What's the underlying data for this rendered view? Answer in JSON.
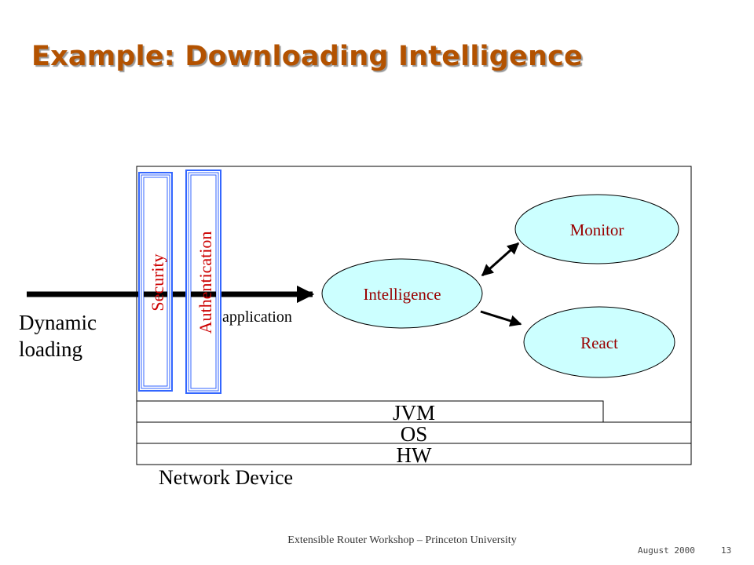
{
  "slide": {
    "title": "Example: Downloading Intelligence",
    "footer": "Extensible Router Workshop – Princeton University",
    "date": "August 2000",
    "page_number": "13"
  },
  "diagram": {
    "dynamic_loading_line1": "Dynamic",
    "dynamic_loading_line2": "loading",
    "application_label": "application",
    "network_device_label": "Network Device",
    "bars": {
      "security": "Security",
      "authentication": "Authentication"
    },
    "nodes": {
      "intelligence": "Intelligence",
      "monitor": "Monitor",
      "react": "React"
    },
    "layers": {
      "jvm": "JVM",
      "os": "OS",
      "hw": "HW"
    },
    "colors": {
      "title": "#b35200",
      "node_fill": "#ccffff",
      "node_text": "#990000",
      "bar_stroke": "#3366ff",
      "bar_text": "#cc0000"
    }
  }
}
